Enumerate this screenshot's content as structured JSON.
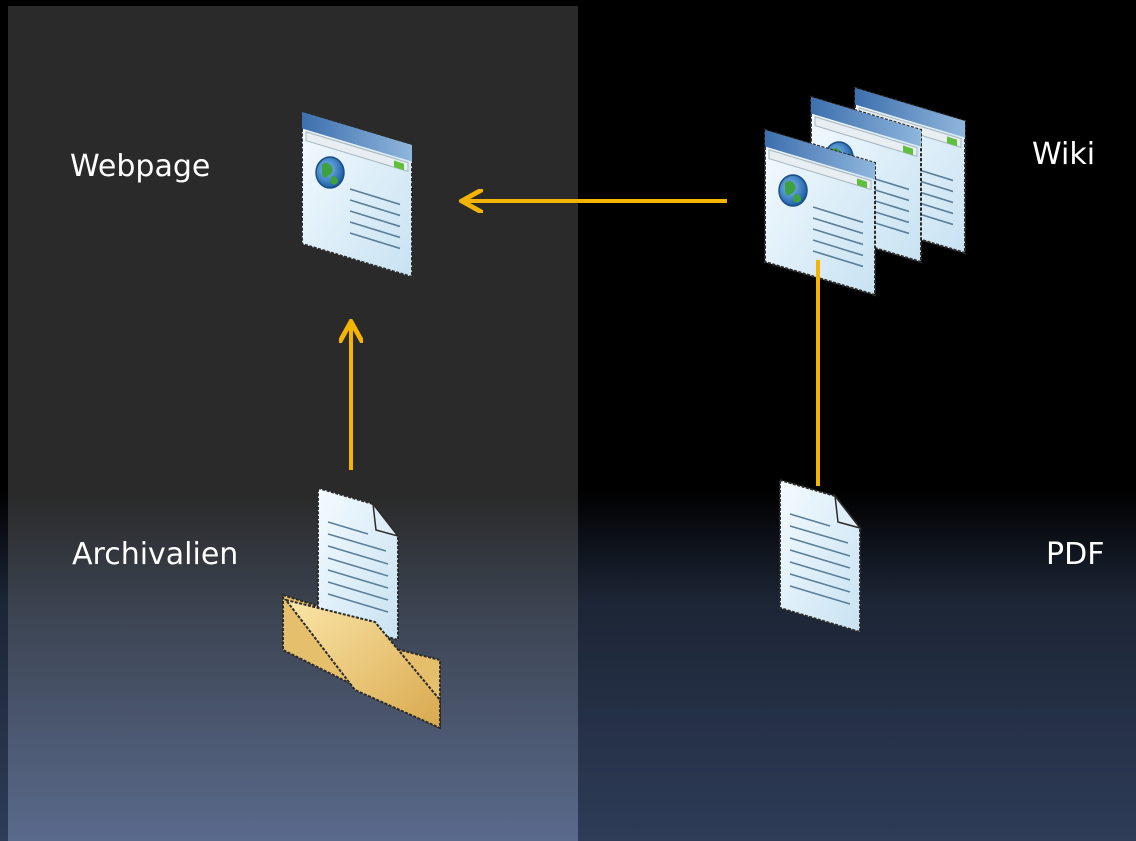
{
  "labels": {
    "webpage": "Webpage",
    "wiki": "Wiki",
    "archivalien": "Archivalien",
    "pdf": "PDF"
  },
  "colors": {
    "arrow": "#f5b400",
    "left_panel": "#2a2a2a",
    "background_top": "#000000",
    "background_bottom": "#2e3c58",
    "text": "#ffffff"
  },
  "icons": {
    "webpage": "webpage-icon",
    "wiki": "webpage-stack-icon",
    "archivalien": "folder-document-icon",
    "pdf": "document-icon"
  }
}
